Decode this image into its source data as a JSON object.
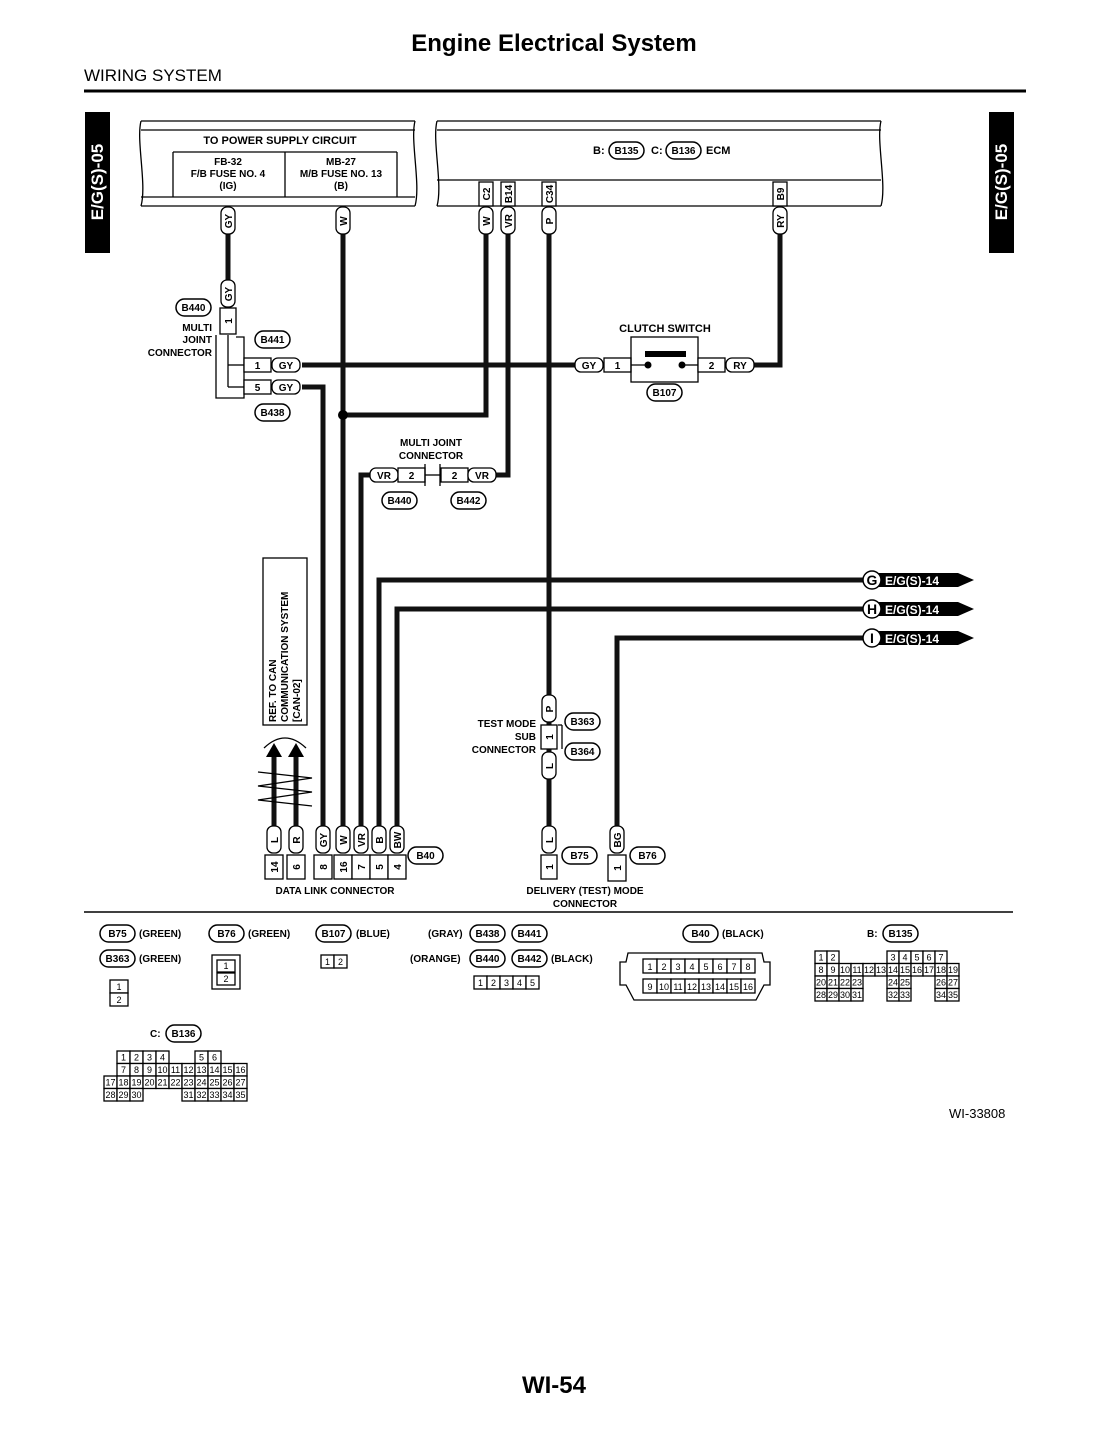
{
  "header": {
    "title": "Engine Electrical System",
    "section": "WIRING SYSTEM"
  },
  "tabs": {
    "left": "E/G(S)-05",
    "right": "E/G(S)-05"
  },
  "power": {
    "title": "TO POWER SUPPLY CIRCUIT",
    "fuse1": [
      "FB-32",
      "F/B FUSE NO. 4",
      "(IG)"
    ],
    "fuse2": [
      "MB-27",
      "M/B FUSE NO. 13",
      "(B)"
    ]
  },
  "ecm": {
    "b": "B:",
    "b135": "B135",
    "c": "C:",
    "c136": "B136",
    "name": "ECM",
    "pins": [
      "C2",
      "B14",
      "C34",
      "B9"
    ]
  },
  "wires": {
    "gy": "GY",
    "w": "W",
    "vr": "VR",
    "p": "P",
    "ry": "RY",
    "l": "L",
    "r": "R",
    "b": "B",
    "bw": "BW",
    "bg": "BG"
  },
  "mj1": {
    "b440": "B440",
    "label": [
      "MULTI",
      "JOINT",
      "CONNECTOR"
    ],
    "b441": "B441",
    "b438": "B438",
    "p1": "1",
    "p1b": "1",
    "p5": "5"
  },
  "clutch": {
    "title": "CLUTCH SWITCH",
    "p1": "1",
    "p2": "2",
    "id": "B107"
  },
  "mj2": {
    "label": [
      "MULTI JOINT",
      "CONNECTOR"
    ],
    "p2": "2",
    "p2b": "2",
    "b440": "B440",
    "b442": "B442"
  },
  "refcan": [
    "REF. TO CAN",
    "COMMUNICATION SYSTEM",
    "[CAN-02]"
  ],
  "offpage": [
    {
      "letter": "G",
      "ref": "E/G(S)-14"
    },
    {
      "letter": "H",
      "ref": "E/G(S)-14"
    },
    {
      "letter": "I",
      "ref": "E/G(S)-14"
    }
  ],
  "testmode": {
    "label": [
      "TEST MODE",
      "SUB",
      "CONNECTOR"
    ],
    "p1": "1",
    "b363": "B363",
    "b364": "B364"
  },
  "dlc": {
    "pins": [
      "14",
      "6",
      "8",
      "16",
      "7",
      "5",
      "4"
    ],
    "id": "B40",
    "name": "DATA LINK CONNECTOR"
  },
  "delivery": {
    "p1": "1",
    "p1b": "1",
    "b75": "B75",
    "b76": "B76",
    "name": [
      "DELIVERY (TEST) MODE",
      "CONNECTOR"
    ]
  },
  "legend": {
    "b75": "B75",
    "b75c": "(GREEN)",
    "b363": "B363",
    "b363c": "(GREEN)",
    "b76": "B76",
    "b76c": "(GREEN)",
    "b107": "B107",
    "b107c": "(BLUE)",
    "gray": "(GRAY)",
    "orange": "(ORANGE)",
    "b438": "B438",
    "b441": "B441",
    "b440": "B440",
    "b442": "B442",
    "blackA": "(BLACK)",
    "b40": "B40",
    "b40c": "(BLACK)",
    "bpre": "B:",
    "b135": "B135",
    "cpre": "C:",
    "b136": "B136"
  },
  "page": {
    "number": "WI-54",
    "figure": "WI-33808"
  }
}
